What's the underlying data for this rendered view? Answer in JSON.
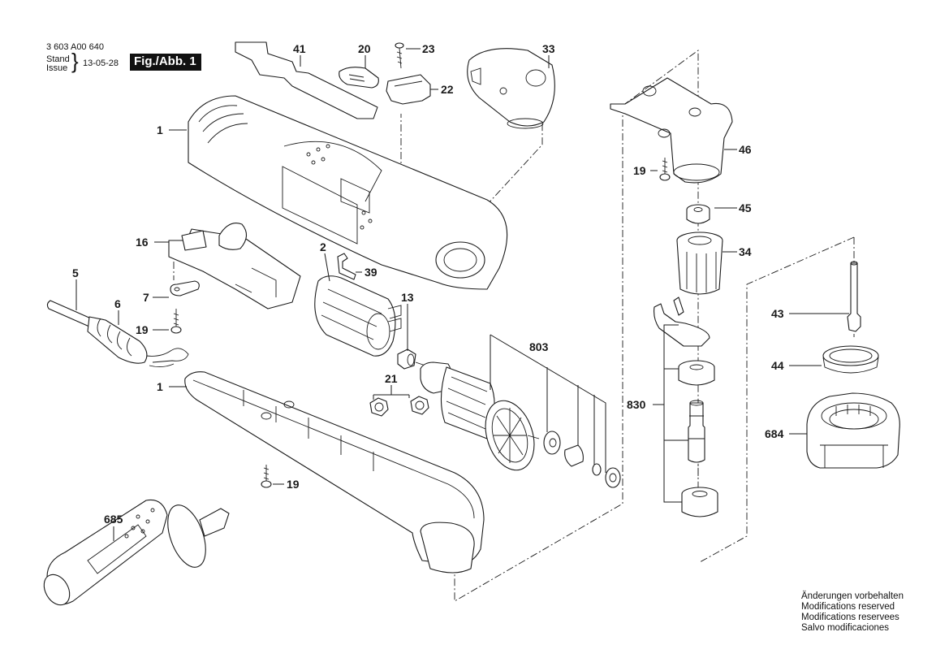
{
  "header": {
    "document_number": "3 603 A00 640",
    "stand_label": "Stand",
    "issue_label": "Issue",
    "brace": "}",
    "date": "13-05-28",
    "figure_label": "Fig./Abb. 1"
  },
  "notice": {
    "lines": [
      "Änderungen vorbehalten",
      "Modifications reserved",
      "Modifications reservees",
      "Salvo modificaciones"
    ]
  },
  "part_labels": {
    "p1_top": "1",
    "p1_bottom": "1",
    "p2": "2",
    "p5": "5",
    "p6": "6",
    "p7": "7",
    "p13": "13",
    "p16": "16",
    "p19_left": "19",
    "p19_housing": "19",
    "p19_gearhead": "19",
    "p20": "20",
    "p21": "21",
    "p22": "22",
    "p23": "23",
    "p33": "33",
    "p34": "34",
    "p39": "39",
    "p41": "41",
    "p43": "43",
    "p44": "44",
    "p45": "45",
    "p46": "46",
    "p684": "684",
    "p685": "685",
    "p803": "803",
    "p830": "830"
  }
}
